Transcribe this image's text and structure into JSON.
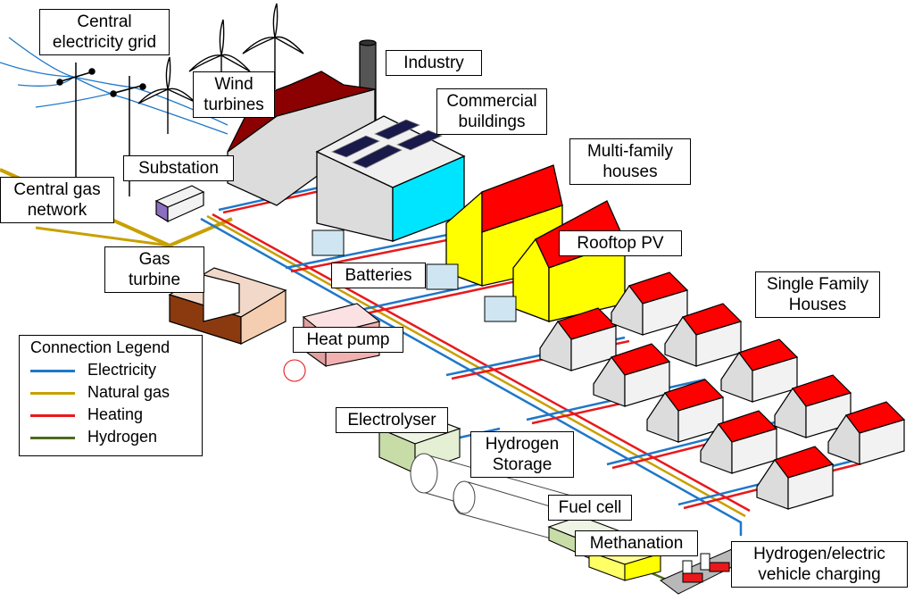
{
  "labels": {
    "central_grid": [
      "Central",
      "electricity grid"
    ],
    "wind_turbines": [
      "Wind",
      "turbines"
    ],
    "industry": "Industry",
    "commercial": [
      "Commercial",
      "buildings"
    ],
    "multi_family": [
      "Multi-family",
      "houses"
    ],
    "rooftop_pv": "Rooftop PV",
    "substation": "Substation",
    "central_gas": [
      "Central gas",
      "network"
    ],
    "gas_turbine": [
      "Gas",
      "turbine"
    ],
    "batteries": "Batteries",
    "heat_pump": "Heat pump",
    "single_family": [
      "Single Family",
      "Houses"
    ],
    "electrolyser": "Electrolyser",
    "hydrogen_storage": [
      "Hydrogen",
      "Storage"
    ],
    "fuel_cell": "Fuel cell",
    "methanation": "Methanation",
    "vehicle_charging": [
      "Hydrogen/electric",
      "vehicle charging"
    ]
  },
  "legend": {
    "title": "Connection Legend",
    "items": [
      {
        "name": "Electricity",
        "color": "#1f77c8"
      },
      {
        "name": "Natural gas",
        "color": "#c8a000"
      },
      {
        "name": "Heating",
        "color": "#e8191c"
      },
      {
        "name": "Hydrogen",
        "color": "#4e6b1e"
      }
    ]
  },
  "colors": {
    "roof_industry": "#8b0000",
    "roof_house": "#ff0000",
    "wall_gray": "#dcdcdc",
    "commercial_side": "#00e5ff",
    "multi_family_wall": "#ffff00",
    "pv_panel": "#1a1a4a",
    "gas_turbine_box": "#8b3a10",
    "electrolyser_box": "#d8e8c0",
    "methanation_box": "#ffff66",
    "heat_pump_box": "#f2b0b0"
  }
}
